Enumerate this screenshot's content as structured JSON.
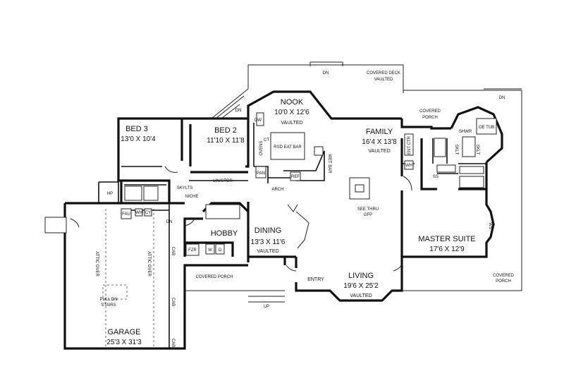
{
  "rooms": {
    "nook": {
      "name": "NOOK",
      "dims": "10'0 X 12'6",
      "note": "VAULTED"
    },
    "family": {
      "name": "FAMILY",
      "dims": "16'4 X 13'8",
      "note": "VAULTED"
    },
    "bed3": {
      "name": "BED 3",
      "dims": "13'0 X 10'4"
    },
    "bed2": {
      "name": "BED 2",
      "dims": "11'10 X 11'8"
    },
    "master": {
      "name": "MASTER SUITE",
      "dims": "17'6 X 12'9"
    },
    "dining": {
      "name": "DINING",
      "dims": "13'3 X 11'6",
      "note": "VAULTED"
    },
    "living": {
      "name": "LIVING",
      "dims": "19'6 X 25'2",
      "note": "VAULTED"
    },
    "garage": {
      "name": "GARAGE",
      "dims": "25'3 X 31'3"
    },
    "hobby": {
      "name": "HOBBY"
    }
  },
  "labels": {
    "covered_deck": "COVERED DECK",
    "vaulted": "VAULTED",
    "dn": "DN",
    "up": "UP",
    "covered": "COVERED",
    "porch": "PORCH",
    "covered_porch": "COVERED PORCH",
    "entry": "ENTRY",
    "arch": "ARCH",
    "niche": "NICHE",
    "skylts": "SKYLTS",
    "lin_stor": "LIN/STOR",
    "wet_bar": "WET BAR",
    "see_thru": "SEE THRU",
    "gfp": "GFP",
    "pull_dn": "PULL DN",
    "stairs": "STAIRS",
    "attic_over": "ATTIC OVER",
    "cab": "CAB",
    "hp": "HP",
    "fau": "FAU",
    "wh": "WH",
    "cy": "CY",
    "frz": "FZR",
    "w": "W",
    "d": "D",
    "pan": "PAN",
    "ref": "REF",
    "dw": "DW",
    "ovens": "OVENS",
    "ct": "CT",
    "raised_bar": "RSD EAT BAR",
    "ent_ctr": "ENT CTR",
    "whp": "WH",
    "shwr": "SHWR",
    "oe_tub": "OE TUB",
    "sklt": "SKLT",
    "ss": "SS",
    "ws": "WS"
  }
}
